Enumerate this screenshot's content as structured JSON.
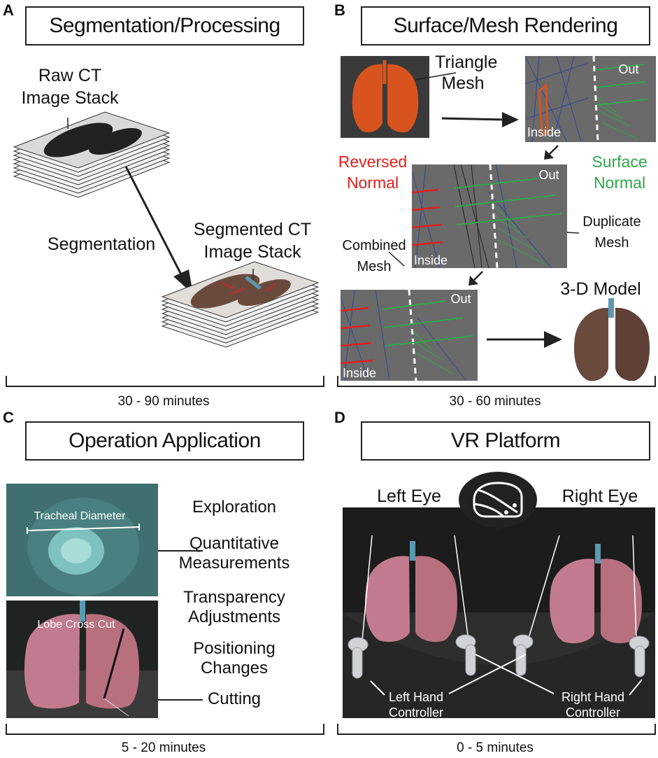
{
  "panels": {
    "A": {
      "letter": "A",
      "title": "Segmentation/Processing",
      "raw_label": [
        "Raw CT",
        "Image Stack"
      ],
      "seg_label": [
        "Segmented CT",
        "Image Stack"
      ],
      "process": "Segmentation",
      "time": "30 - 90 minutes"
    },
    "B": {
      "letter": "B",
      "title": "Surface/Mesh Rendering",
      "triangle_mesh": [
        "Triangle",
        "Mesh"
      ],
      "reversed_normal": [
        "Reversed",
        "Normal"
      ],
      "surface_normal": [
        "Surface",
        "Normal"
      ],
      "duplicate_mesh": [
        "Duplicate",
        "Mesh"
      ],
      "combined_mesh": [
        "Combined",
        "Mesh"
      ],
      "model": "3-D Model",
      "out": "Out",
      "inside": "Inside",
      "time": "30 - 60 minutes",
      "colors": {
        "reversed": "#e0201c",
        "surface": "#2fa84a",
        "mesh_orange": "#d9531e"
      }
    },
    "C": {
      "letter": "C",
      "title": "Operation Application",
      "tracheal": "Tracheal Diameter",
      "lobe": "Lobe Cross Cut",
      "steps": [
        [
          "Exploration"
        ],
        [
          "Quantitative",
          "Measurements"
        ],
        [
          "Transparency",
          "Adjustments"
        ],
        [
          "Positioning",
          "Changes"
        ],
        [
          "Cutting"
        ]
      ],
      "time": "5 - 20 minutes"
    },
    "D": {
      "letter": "D",
      "title": "VR Platform",
      "left_eye": "Left Eye",
      "right_eye": "Right Eye",
      "left_ctrl": [
        "Left Hand",
        "Controller"
      ],
      "right_ctrl": [
        "Right Hand",
        "Controller"
      ],
      "time": "0 - 5 minutes"
    }
  }
}
